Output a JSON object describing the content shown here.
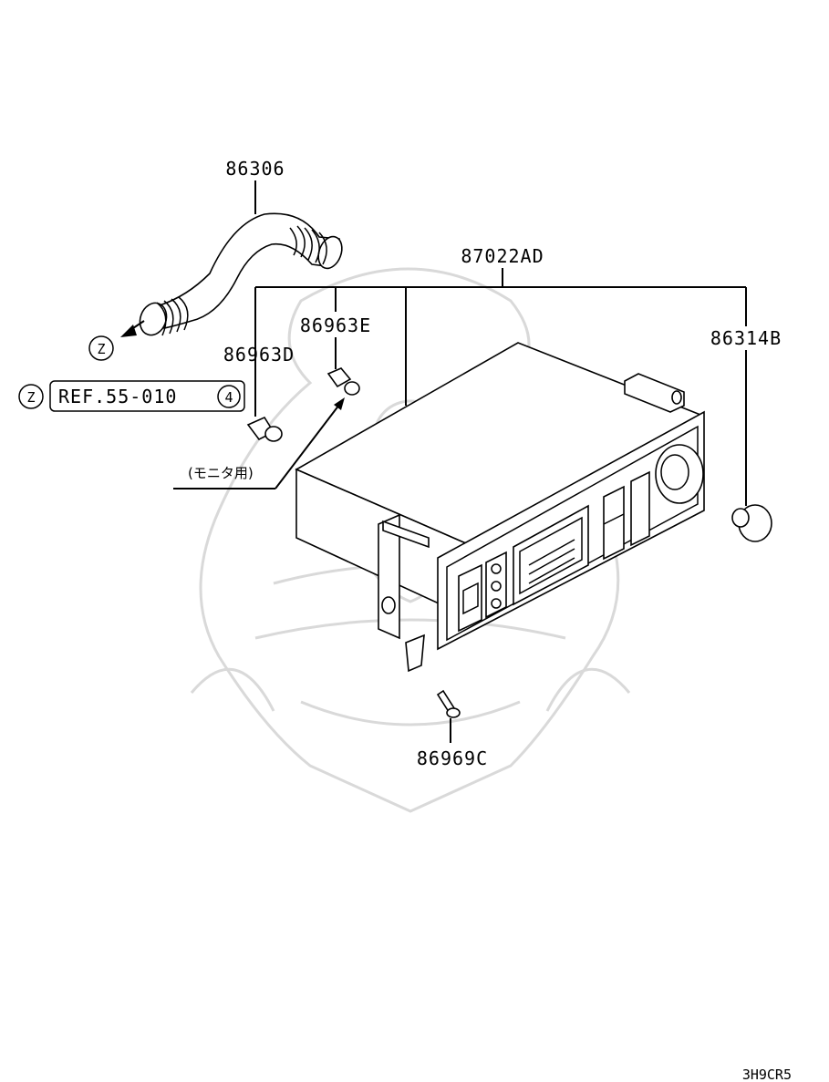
{
  "diagram": {
    "labels": {
      "hose": "86306",
      "control_unit": "87022AD",
      "bulb_e": "86963E",
      "bulb_d": "86963D",
      "knob": "86314B",
      "screw": "86969C",
      "monitor_note": "(モニタ用)",
      "ref_marker_top": "Z",
      "ref_marker_box": "Z",
      "ref_text": "REF.55-010",
      "ref_circle_num": "4",
      "diagram_code": "3H9CR5"
    }
  }
}
